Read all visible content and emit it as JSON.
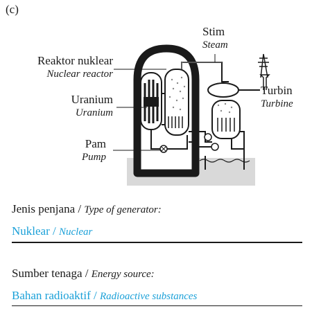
{
  "part_label": "(c)",
  "labels": {
    "steam": {
      "ms": "Stim",
      "en": "Steam"
    },
    "reactor": {
      "ms": "Reaktor nuklear",
      "en": "Nuclear reactor"
    },
    "uranium": {
      "ms": "Uranium",
      "en": "Uranium"
    },
    "pump": {
      "ms": "Pam",
      "en": "Pump"
    },
    "turbine": {
      "ms": "Turbin",
      "en": "Turbine"
    }
  },
  "questions": [
    {
      "label_ms": "Jenis penjana /",
      "label_en": "Type of generator:",
      "answer_ms": "Nuklear /",
      "answer_en": "Nuclear"
    },
    {
      "label_ms": "Sumber tenaga /",
      "label_en": "Energy source:",
      "answer_ms": "Bahan radioaktif /",
      "answer_en": "Radioactive substances"
    }
  ],
  "colors": {
    "answer": "#1aa0d8",
    "ground": "#d9d9d9",
    "text": "#1a1a1a"
  }
}
